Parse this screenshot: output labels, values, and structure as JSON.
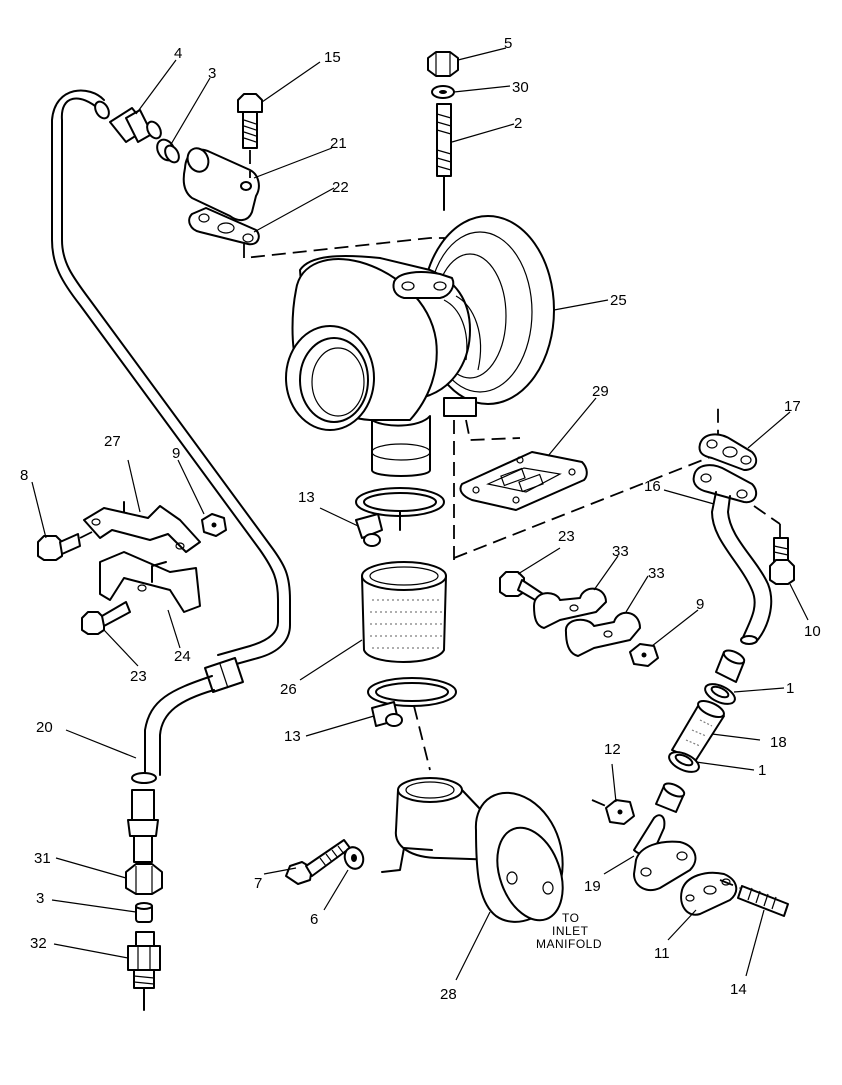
{
  "callouts": [
    {
      "label": "1"
    },
    {
      "label": "1"
    },
    {
      "label": "2"
    },
    {
      "label": "3"
    },
    {
      "label": "3"
    },
    {
      "label": "4"
    },
    {
      "label": "5"
    },
    {
      "label": "6"
    },
    {
      "label": "7"
    },
    {
      "label": "8"
    },
    {
      "label": "9"
    },
    {
      "label": "9"
    },
    {
      "label": "10"
    },
    {
      "label": "11"
    },
    {
      "label": "12"
    },
    {
      "label": "13"
    },
    {
      "label": "13"
    },
    {
      "label": "14"
    },
    {
      "label": "15"
    },
    {
      "label": "16"
    },
    {
      "label": "17"
    },
    {
      "label": "18"
    },
    {
      "label": "19"
    },
    {
      "label": "20"
    },
    {
      "label": "21"
    },
    {
      "label": "22"
    },
    {
      "label": "23"
    },
    {
      "label": "23"
    },
    {
      "label": "24"
    },
    {
      "label": "25"
    },
    {
      "label": "26"
    },
    {
      "label": "27"
    },
    {
      "label": "28"
    },
    {
      "label": "29"
    },
    {
      "label": "30"
    },
    {
      "label": "31"
    },
    {
      "label": "32"
    },
    {
      "label": "33"
    },
    {
      "label": "33"
    }
  ],
  "note": {
    "line1": "TO",
    "line2": "INLET",
    "line3": "MANIFOLD"
  }
}
